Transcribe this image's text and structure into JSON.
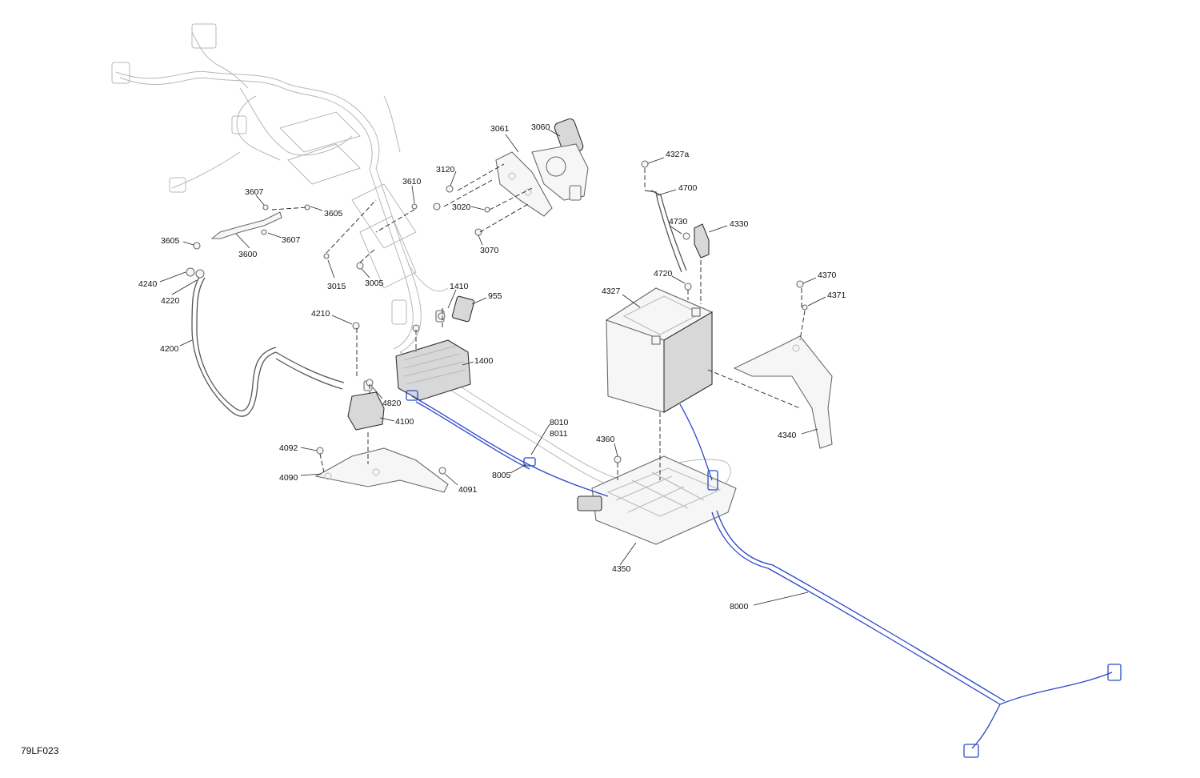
{
  "diagram_ref": "79LF023",
  "accent_color": "#2c48c8",
  "callouts": [
    {
      "id": "3061",
      "text": "3061"
    },
    {
      "id": "3060",
      "text": "3060"
    },
    {
      "id": "3120",
      "text": "3120"
    },
    {
      "id": "3610",
      "text": "3610"
    },
    {
      "id": "3607a",
      "text": "3607"
    },
    {
      "id": "3605a",
      "text": "3605"
    },
    {
      "id": "3020",
      "text": "3020"
    },
    {
      "id": "3607b",
      "text": "3607"
    },
    {
      "id": "3605b",
      "text": "3605"
    },
    {
      "id": "3600",
      "text": "3600"
    },
    {
      "id": "3070",
      "text": "3070"
    },
    {
      "id": "3015",
      "text": "3015"
    },
    {
      "id": "3005",
      "text": "3005"
    },
    {
      "id": "4240",
      "text": "4240"
    },
    {
      "id": "4220",
      "text": "4220"
    },
    {
      "id": "4200",
      "text": "4200"
    },
    {
      "id": "1410",
      "text": "1410"
    },
    {
      "id": "955",
      "text": "955"
    },
    {
      "id": "4210",
      "text": "4210"
    },
    {
      "id": "1400",
      "text": "1400"
    },
    {
      "id": "4820",
      "text": "4820"
    },
    {
      "id": "4100",
      "text": "4100"
    },
    {
      "id": "4092",
      "text": "4092"
    },
    {
      "id": "4090",
      "text": "4090"
    },
    {
      "id": "4091",
      "text": "4091"
    },
    {
      "id": "8010",
      "text": "8010"
    },
    {
      "id": "8011",
      "text": "8011"
    },
    {
      "id": "8005",
      "text": "8005"
    },
    {
      "id": "4360",
      "text": "4360"
    },
    {
      "id": "4327a",
      "text": "4327a"
    },
    {
      "id": "4700",
      "text": "4700"
    },
    {
      "id": "4730",
      "text": "4730"
    },
    {
      "id": "4330",
      "text": "4330"
    },
    {
      "id": "4720",
      "text": "4720"
    },
    {
      "id": "4327",
      "text": "4327"
    },
    {
      "id": "4370",
      "text": "4370"
    },
    {
      "id": "4371",
      "text": "4371"
    },
    {
      "id": "4340",
      "text": "4340"
    },
    {
      "id": "4350",
      "text": "4350"
    },
    {
      "id": "8000",
      "text": "8000"
    }
  ]
}
